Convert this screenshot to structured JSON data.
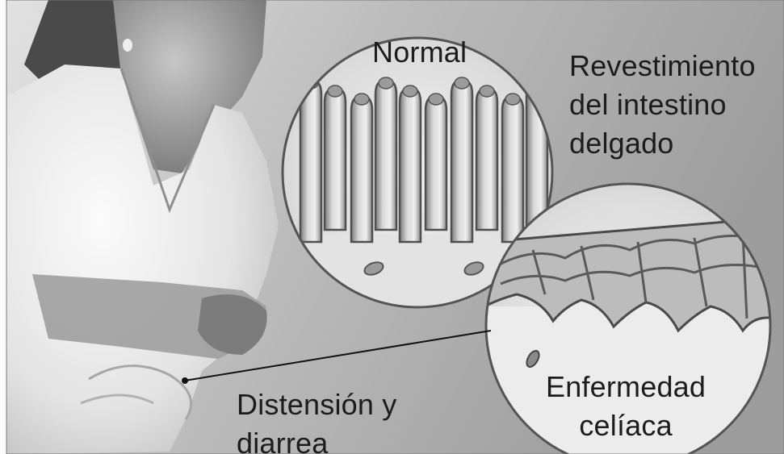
{
  "labels": {
    "normal": "Normal",
    "lining": [
      "Revestimiento",
      "del intestino",
      "delgado"
    ],
    "celiac": [
      "Enfermedad",
      "celíaca"
    ],
    "symptom": [
      "Distensión y",
      "diarrea"
    ]
  }
}
